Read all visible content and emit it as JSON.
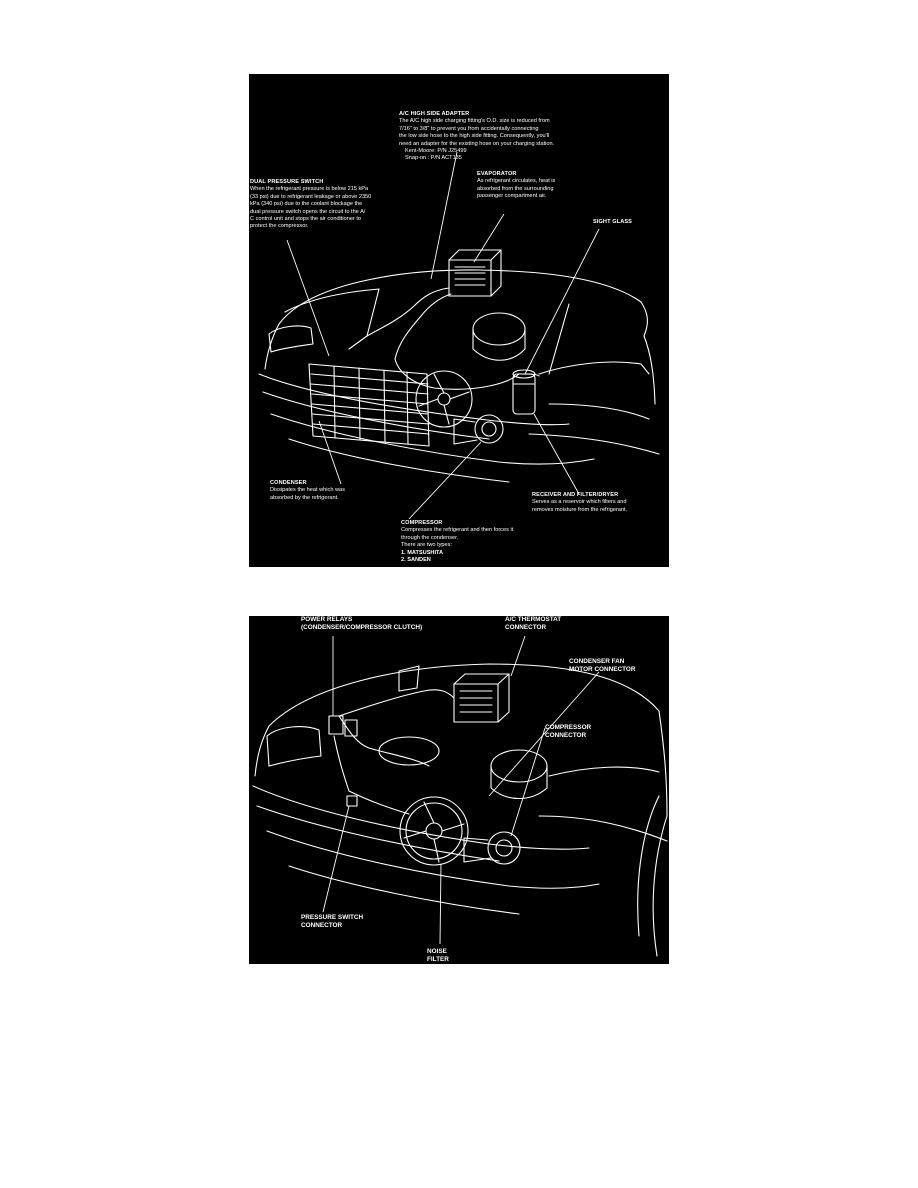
{
  "figure_top": {
    "labels": {
      "ac_high_side_adapter": {
        "title": "A/C HIGH SIDE ADAPTER",
        "lines": [
          "The A/C high side charging fitting's O.D. size is reduced from",
          "7/16\" to 3/8\" to prevent you from accidentally connecting",
          "the low side hose to the high side fitting. Consequently, you'll",
          "need an adapter for the existing hose on your charging station.",
          "Kent-Moore: P/N J25499",
          "Snap-on : P/N ACT135"
        ]
      },
      "evaporator": {
        "title": "EVAPORATOR",
        "lines": [
          "As refrigerant circulates, heat is",
          "absorbed from the surrounding",
          "passenger compartment air."
        ]
      },
      "dual_pressure_switch": {
        "title": "DUAL PRESSURE SWITCH",
        "lines": [
          "When the refrigerant pressure is below 215 kPa",
          "(33 psi) due to refrigerant leakage or above 2350",
          "kPa (340 psi) due to the coolant blockage the",
          "dual pressure switch opens the circuit to the A/",
          "C control unit and stops the air conditioner to",
          "protect the compressor."
        ]
      },
      "sight_glass": {
        "title": "SIGHT GLASS"
      },
      "condenser": {
        "title": "CONDENSER",
        "lines": [
          "Dissipates the heat which was",
          "absorbed by the refrigerant."
        ]
      },
      "receiver_dryer": {
        "title": "RECEIVER AND FILTER/DRYER",
        "lines": [
          "Serves as a reservoir which filters and",
          "removes moisture from the refrigerant."
        ]
      },
      "compressor": {
        "title": "COMPRESSOR",
        "lines": [
          "Compresses the refrigerant and then forces it",
          "through the condenser.",
          "There are two types:",
          "1. MATSUSHITA",
          "2. SANDEN"
        ]
      }
    }
  },
  "figure_bottom": {
    "labels": {
      "power_relays": [
        "POWER RELAYS",
        "(CONDENSER/COMPRESSOR CLUTCH)"
      ],
      "ac_thermostat": [
        "A/C THERMOSTAT",
        "CONNECTOR"
      ],
      "condenser_fan": [
        "CONDENSER FAN",
        "MOTOR CONNECTOR"
      ],
      "compressor_connector": [
        "COMPRESSOR",
        "CONNECTOR"
      ],
      "pressure_switch": [
        "PRESSURE SWITCH",
        "CONNECTOR"
      ],
      "noise_filter": [
        "NOISE",
        "FILTER"
      ]
    }
  }
}
